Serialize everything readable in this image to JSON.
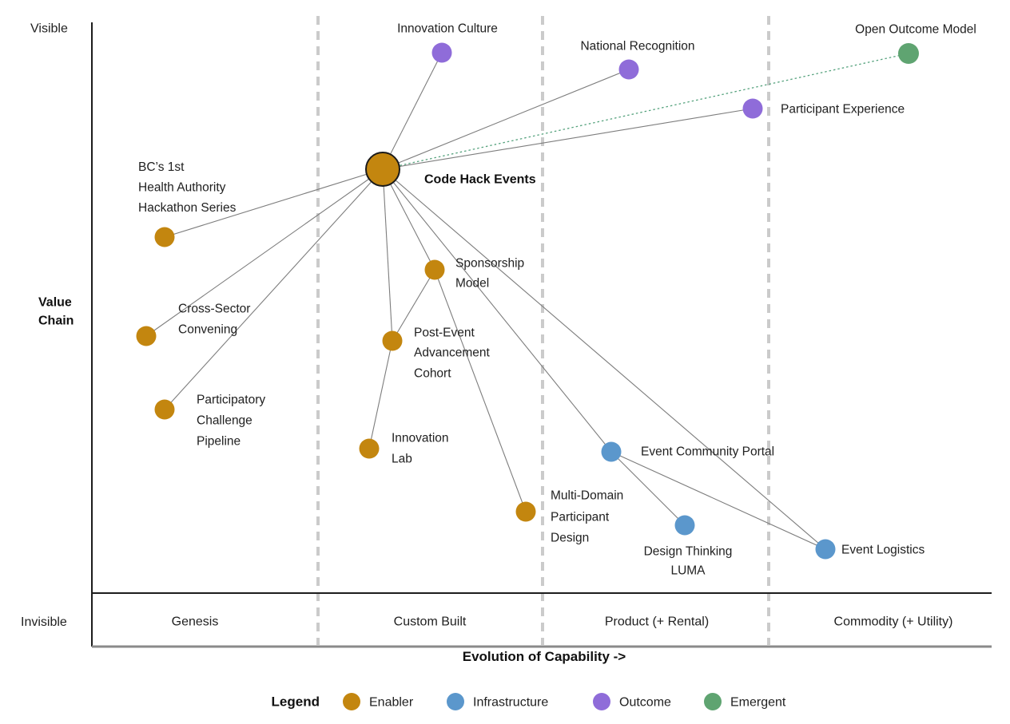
{
  "colors": {
    "enabler": "#C3860F",
    "infrastructure": "#5B97CC",
    "outcome": "#8F6CD9",
    "emergent": "#5FA471",
    "edge": "#7d7d7d",
    "evolve_line": "#55a27d"
  },
  "map": {
    "y_axis_top": "Visible",
    "y_axis_bottom": "Invisible",
    "y_axis_title": [
      "Value",
      "Chain"
    ],
    "x_axis_title": "Evolution of Capability ->",
    "stages": [
      "Genesis",
      "Custom Built",
      "Product (+ Rental)",
      "Commodity (+ Utility)"
    ],
    "nodes": [
      {
        "id": "code-hack-events",
        "type": "enabler",
        "lines": [
          "Code Hack Events"
        ]
      },
      {
        "id": "bc-first-health-authority-hackathon-series",
        "type": "enabler",
        "lines": [
          "BC’s 1st",
          "Health Authority",
          "Hackathon Series"
        ]
      },
      {
        "id": "cross-sector-convening",
        "type": "enabler",
        "lines": [
          "Cross-Sector",
          "Convening"
        ]
      },
      {
        "id": "participatory-challenge-pipeline",
        "type": "enabler",
        "lines": [
          "Participatory",
          "Challenge",
          "Pipeline"
        ]
      },
      {
        "id": "sponsorship-model",
        "type": "enabler",
        "lines": [
          "Sponsorship",
          "Model"
        ]
      },
      {
        "id": "post-event-advancement-cohort",
        "type": "enabler",
        "lines": [
          "Post-Event",
          "Advancement",
          "Cohort"
        ]
      },
      {
        "id": "innovation-lab",
        "type": "enabler",
        "lines": [
          "Innovation",
          "Lab"
        ]
      },
      {
        "id": "multi-domain-participant-design",
        "type": "enabler",
        "lines": [
          "Multi-Domain",
          "Participant",
          "Design"
        ]
      },
      {
        "id": "event-community-portal",
        "type": "infrastructure",
        "lines": [
          "Event Community Portal"
        ]
      },
      {
        "id": "design-thinking-luma",
        "type": "infrastructure",
        "lines": [
          "Design Thinking",
          "LUMA"
        ]
      },
      {
        "id": "event-logistics",
        "type": "infrastructure",
        "lines": [
          "Event Logistics"
        ]
      },
      {
        "id": "innovation-culture",
        "type": "outcome",
        "lines": [
          "Innovation Culture"
        ]
      },
      {
        "id": "national-recognition",
        "type": "outcome",
        "lines": [
          "National Recognition"
        ]
      },
      {
        "id": "participant-experience",
        "type": "outcome",
        "lines": [
          "Participant Experience"
        ]
      },
      {
        "id": "open-outcome-model",
        "type": "emergent",
        "lines": [
          "Open Outcome Model"
        ]
      }
    ],
    "edges": [
      {
        "from": "code-hack-events",
        "to": "innovation-culture",
        "style": "solid"
      },
      {
        "from": "code-hack-events",
        "to": "national-recognition",
        "style": "solid"
      },
      {
        "from": "code-hack-events",
        "to": "participant-experience",
        "style": "solid"
      },
      {
        "from": "code-hack-events",
        "to": "bc-first-health-authority-hackathon-series",
        "style": "solid"
      },
      {
        "from": "code-hack-events",
        "to": "cross-sector-convening",
        "style": "solid"
      },
      {
        "from": "code-hack-events",
        "to": "participatory-challenge-pipeline",
        "style": "solid"
      },
      {
        "from": "code-hack-events",
        "to": "sponsorship-model",
        "style": "solid"
      },
      {
        "from": "code-hack-events",
        "to": "post-event-advancement-cohort",
        "style": "solid"
      },
      {
        "from": "code-hack-events",
        "to": "event-community-portal",
        "style": "solid"
      },
      {
        "from": "code-hack-events",
        "to": "event-logistics",
        "style": "solid"
      },
      {
        "from": "sponsorship-model",
        "to": "post-event-advancement-cohort",
        "style": "solid"
      },
      {
        "from": "sponsorship-model",
        "to": "multi-domain-participant-design",
        "style": "solid"
      },
      {
        "from": "post-event-advancement-cohort",
        "to": "innovation-lab",
        "style": "solid"
      },
      {
        "from": "event-community-portal",
        "to": "design-thinking-luma",
        "style": "solid"
      },
      {
        "from": "event-community-portal",
        "to": "event-logistics",
        "style": "solid"
      },
      {
        "from": "code-hack-events",
        "to": "open-outcome-model",
        "style": "dotted-evolve"
      }
    ],
    "legend": {
      "title": "Legend",
      "items": [
        {
          "label": "Enabler",
          "type": "enabler"
        },
        {
          "label": "Infrastructure",
          "type": "infrastructure"
        },
        {
          "label": "Outcome",
          "type": "outcome"
        },
        {
          "label": "Emergent",
          "type": "emergent"
        }
      ]
    }
  }
}
